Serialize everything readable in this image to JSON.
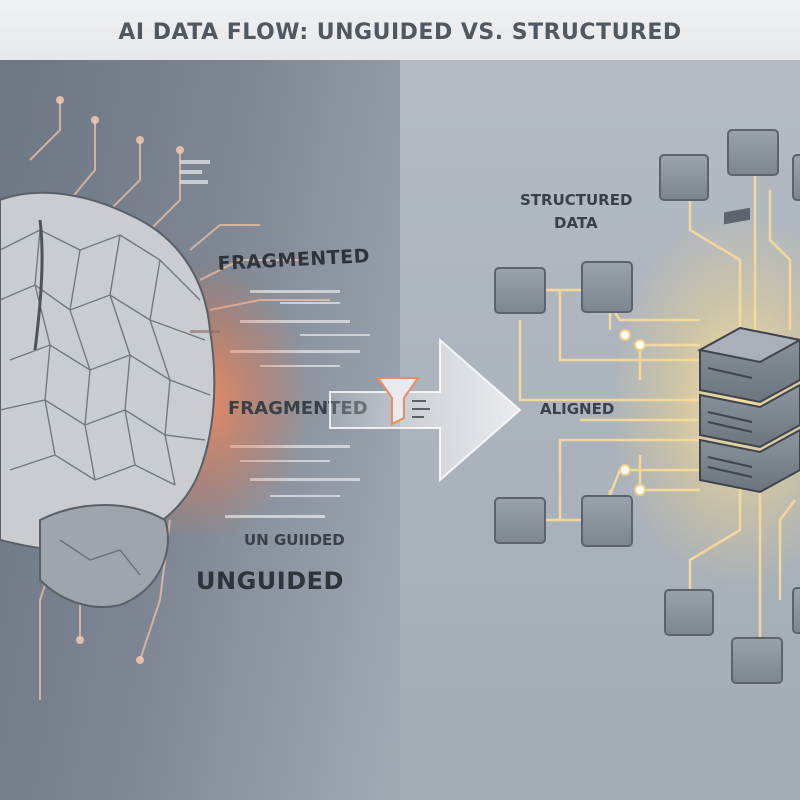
{
  "title": "AI DATA FLOW: UNGUIDED VS. STRUCTURED",
  "left": {
    "labels": {
      "fragmented_top": "FRAGMENTED",
      "fragmented_mid": "FRAGMENTED",
      "unguided_small": "UN GUIIDED",
      "unguided_big": "UNGUIDED"
    },
    "icons": [
      "brain-icon",
      "funnel-icon",
      "arrow-icon"
    ]
  },
  "right": {
    "labels": {
      "structured_line1": "STRUCTURED",
      "structured_line2": "DATA",
      "aligned": "ALIGNED"
    },
    "icons": [
      "server-stack-icon",
      "data-node-icon"
    ]
  },
  "colors": {
    "accent_orange": "#f0926a",
    "glow_yellow": "#f6d88a",
    "node_gray": "#8a929c",
    "title_text": "#505862"
  }
}
